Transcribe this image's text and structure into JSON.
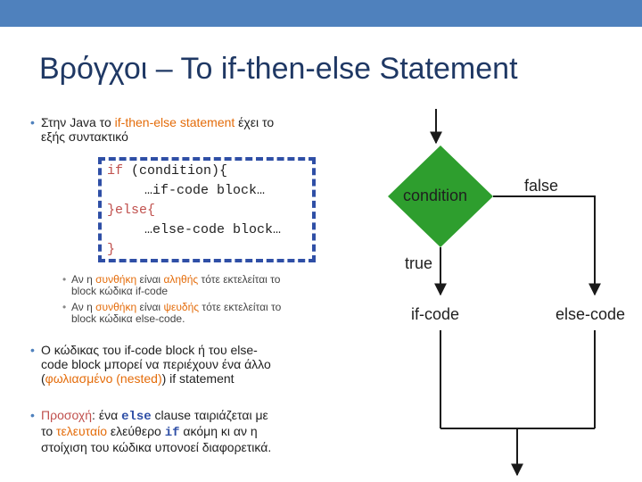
{
  "slide": {
    "title": "Βρόγχοι – Το if-then-else Statement",
    "bullet1": {
      "pre": "Στην Java το ",
      "highlight": "if-then-else statement",
      "post": " έχει το",
      "line2": "εξής συντακτικό"
    },
    "code": {
      "line1_kw": "if",
      "line1_rest": " (condition){",
      "line2": "…if-code block…",
      "line3_kw": "}else{",
      "line4": "…else-code block…",
      "line5_kw": "}"
    },
    "sub1": {
      "pre": "Αν η ",
      "highlight": "συνθήκη",
      "mid": " είναι ",
      "value": "αληθής",
      "post": " τότε εκτελείται το",
      "line2": "block κώδικα if-code"
    },
    "sub2": {
      "pre": "Αν η ",
      "highlight": "συνθήκη",
      "mid": " είναι ",
      "value": "ψευδής",
      "post": " τότε εκτελείται το",
      "line2": "block κώδικα else-code."
    },
    "bullet2": {
      "line1": "Ο κώδικας του if-code block ή του else-",
      "line2": "code block μπορεί να περιέχουν ένα άλλο",
      "line3_pre": "(",
      "line3_highlight": "φωλιασμένο (nested)",
      "line3_post": ") if statement"
    },
    "bullet3": {
      "label": "Προσοχή",
      "colon": ":  ένα ",
      "kw_else": "else",
      "rest1": "  clause ταιριάζεται με",
      "line2_pre": "το ",
      "line2_highlight": "τελευταίο",
      "line2_mid": " ελεύθερο ",
      "kw_if": "if",
      "line2_post": "  ακόμη κι αν η",
      "line3": "στοίχιση του κώδικα υπονοεί διαφορετικά."
    }
  },
  "flowchart": {
    "condition": "condition",
    "false_label": "false",
    "true_label": "true",
    "if_code": "if-code",
    "else_code": "else-code"
  },
  "colors": {
    "topbar": "#4f81bd",
    "title": "#1f3864",
    "diamond": "#2e9e2e",
    "highlight": "#e46c0a",
    "code_border": "#2f4fa6"
  }
}
